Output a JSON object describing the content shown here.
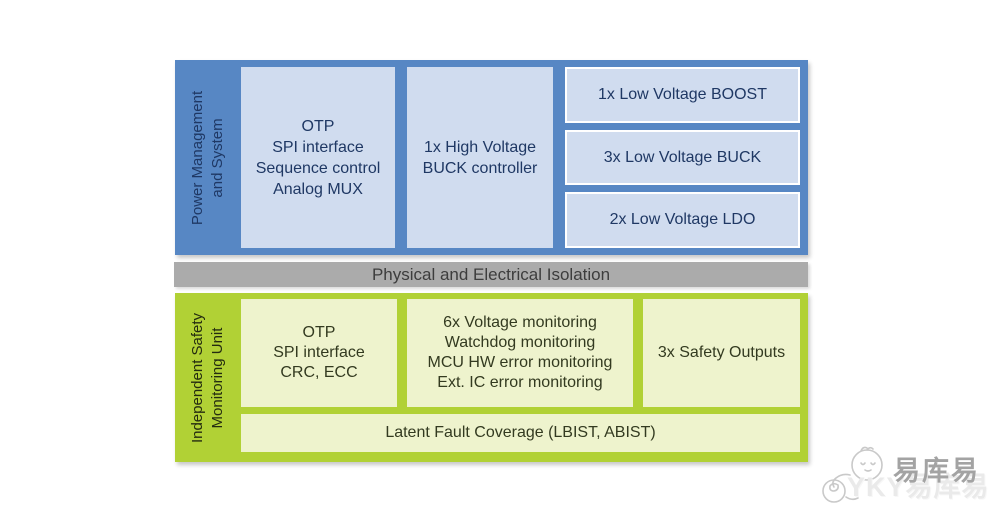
{
  "colors": {
    "section_blue": "#5787c4",
    "block_light_blue": "#d0dcef",
    "blue_text": "#1f3864",
    "isolation_gray": "#ababab",
    "isolation_text": "#3d3d3d",
    "section_lime": "#b1d135",
    "block_light_lime": "#eef3cd",
    "lime_text": "#333a20",
    "watermark_gray": "#a3a3a3"
  },
  "power_section": {
    "sidebar_label_line1": "Power Management",
    "sidebar_label_line2": "and System",
    "control_block": {
      "lines": [
        "OTP",
        "SPI interface",
        "Sequence control",
        "Analog MUX"
      ]
    },
    "buck_controller_block": {
      "lines": [
        "1x High Voltage",
        "BUCK controller"
      ]
    },
    "regulator_blocks": [
      "1x Low Voltage BOOST",
      "3x Low Voltage BUCK",
      "2x Low Voltage LDO"
    ]
  },
  "isolation_bar": {
    "label": "Physical and Electrical Isolation"
  },
  "safety_section": {
    "sidebar_label_line1": "Independent Safety",
    "sidebar_label_line2": "Monitoring Unit",
    "control_block": {
      "lines": [
        "OTP",
        "SPI interface",
        "CRC, ECC"
      ]
    },
    "monitoring_block": {
      "lines": [
        "6x Voltage monitoring",
        "Watchdog monitoring",
        "MCU HW error monitoring",
        "Ext. IC error monitoring"
      ]
    },
    "safety_outputs_block": "3x Safety Outputs",
    "latent_fault_block": "Latent Fault Coverage (LBIST, ABIST)"
  },
  "watermark": {
    "brand_text": "易库易",
    "brand_subtext": "YKY易库易",
    "logo": "bird-logo-icon"
  }
}
